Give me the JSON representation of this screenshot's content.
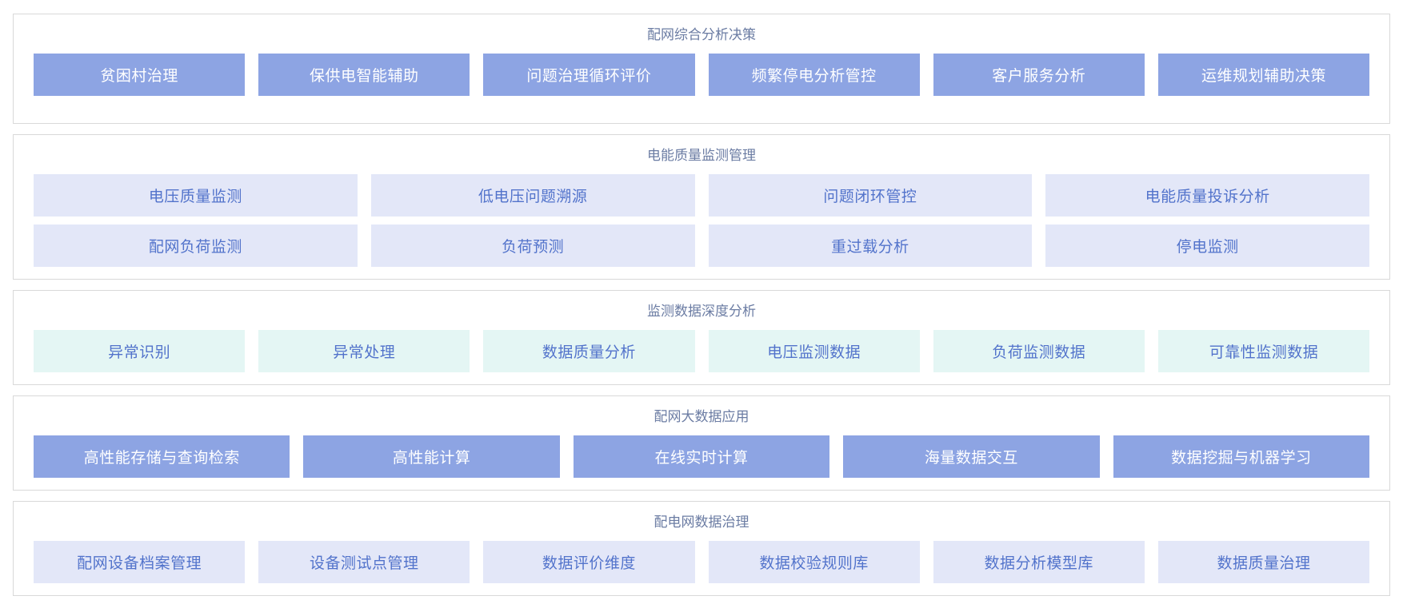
{
  "colors": {
    "solid_tile_bg": "#8da4e3",
    "solid_tile_text": "#ffffff",
    "lavender_tile_bg": "#e3e7f8",
    "mint_tile_bg": "#e4f6f4",
    "light_tile_text": "#5273cb",
    "panel_border": "#d9d9d9",
    "title_text": "#6b7ca3"
  },
  "sections": [
    {
      "title": "配网综合分析决策",
      "style": "solid",
      "extra_bottom_padding": true,
      "rows": [
        [
          "贫困村治理",
          "保供电智能辅助",
          "问题治理循环评价",
          "频繁停电分析管控",
          "客户服务分析",
          "运维规划辅助决策"
        ]
      ]
    },
    {
      "title": "电能质量监测管理",
      "style": "lavender",
      "extra_bottom_padding": false,
      "rows": [
        [
          "电压质量监测",
          "低电压问题溯源",
          "问题闭环管控",
          "电能质量投诉分析"
        ],
        [
          "配网负荷监测",
          "负荷预测",
          "重过载分析",
          "停电监测"
        ]
      ]
    },
    {
      "title": "监测数据深度分析",
      "style": "mint",
      "extra_bottom_padding": false,
      "rows": [
        [
          "异常识别",
          "异常处理",
          "数据质量分析",
          "电压监测数据",
          "负荷监测数据",
          "可靠性监测数据"
        ]
      ]
    },
    {
      "title": "配网大数据应用",
      "style": "solid",
      "extra_bottom_padding": false,
      "rows": [
        [
          "高性能存储与查询检索",
          "高性能计算",
          "在线实时计算",
          "海量数据交互",
          "数据挖掘与机器学习"
        ]
      ]
    },
    {
      "title": "配电网数据治理",
      "style": "lavender",
      "extra_bottom_padding": false,
      "rows": [
        [
          "配网设备档案管理",
          "设备测试点管理",
          "数据评价维度",
          "数据校验规则库",
          "数据分析模型库",
          "数据质量治理"
        ]
      ]
    }
  ]
}
